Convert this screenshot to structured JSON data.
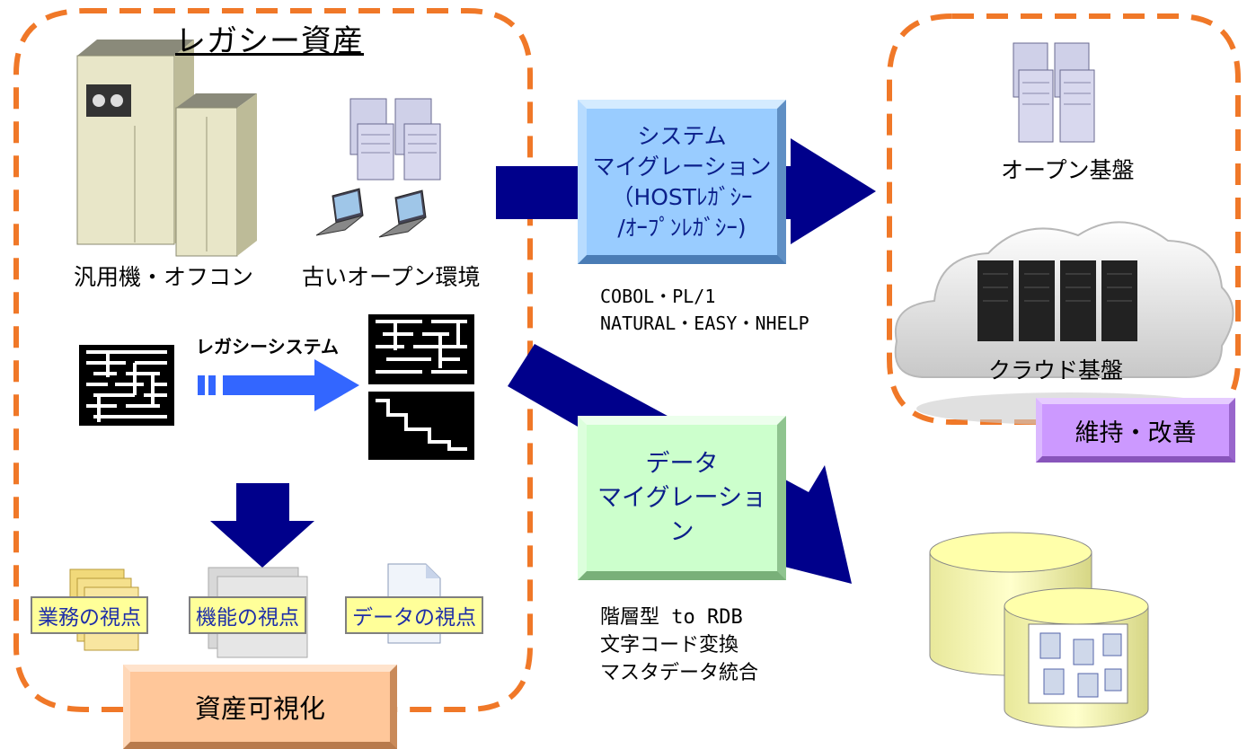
{
  "legacy_assets": {
    "title": "レガシー資産",
    "mainframe_label": "汎用機・オフコン",
    "old_open_label": "古いオープン環境",
    "legacy_system_label": "レガシーシステム",
    "views": [
      "業務の視点",
      "機能の視点",
      "データの視点"
    ],
    "visualization_label": "資産可視化"
  },
  "system_migration": {
    "lines": [
      "システム",
      "マイグレーション",
      "（HOSTﾚｶﾞｼｰ",
      "/ｵｰﾌﾟﾝﾚｶﾞｼｰ)"
    ],
    "notes": [
      "COBOL・PL/1",
      "NATURAL・EASY・NHELP"
    ]
  },
  "data_migration": {
    "lines": [
      "データ",
      "マイグレーション"
    ],
    "notes": [
      "階層型 to RDB",
      "文字コード変換",
      "マスタデータ統合"
    ]
  },
  "target": {
    "open_label": "オープン基盤",
    "cloud_label": "クラウド基盤",
    "maintain_label": "維持・改善"
  },
  "colors": {
    "dash_orange": "#f07828",
    "arrow_navy": "#00008b",
    "arrow_blue": "#3366ff"
  },
  "icons": [
    "mainframe-icon",
    "server-cluster-icon",
    "laptop-icon",
    "maze-icon",
    "cloud-icon",
    "database-icon",
    "document-stack-icon"
  ]
}
